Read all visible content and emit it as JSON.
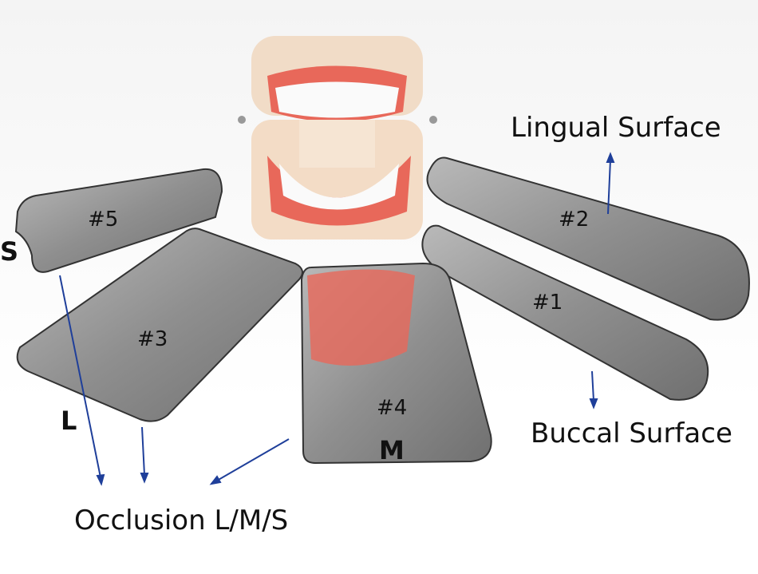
{
  "labels": {
    "lingual": "Lingual Surface",
    "buccal": "Buccal Surface",
    "occlusion": "Occlusion L/M/S",
    "size_s": "S",
    "size_l": "L",
    "size_m": "M"
  },
  "mirrors": [
    "#1",
    "#2",
    "#3",
    "#4",
    "#5"
  ],
  "colors": {
    "arrow": "#1f3f9a",
    "mirror": "#8e8e8e",
    "gum": "#e8685a",
    "base": "#f3dcc6"
  }
}
